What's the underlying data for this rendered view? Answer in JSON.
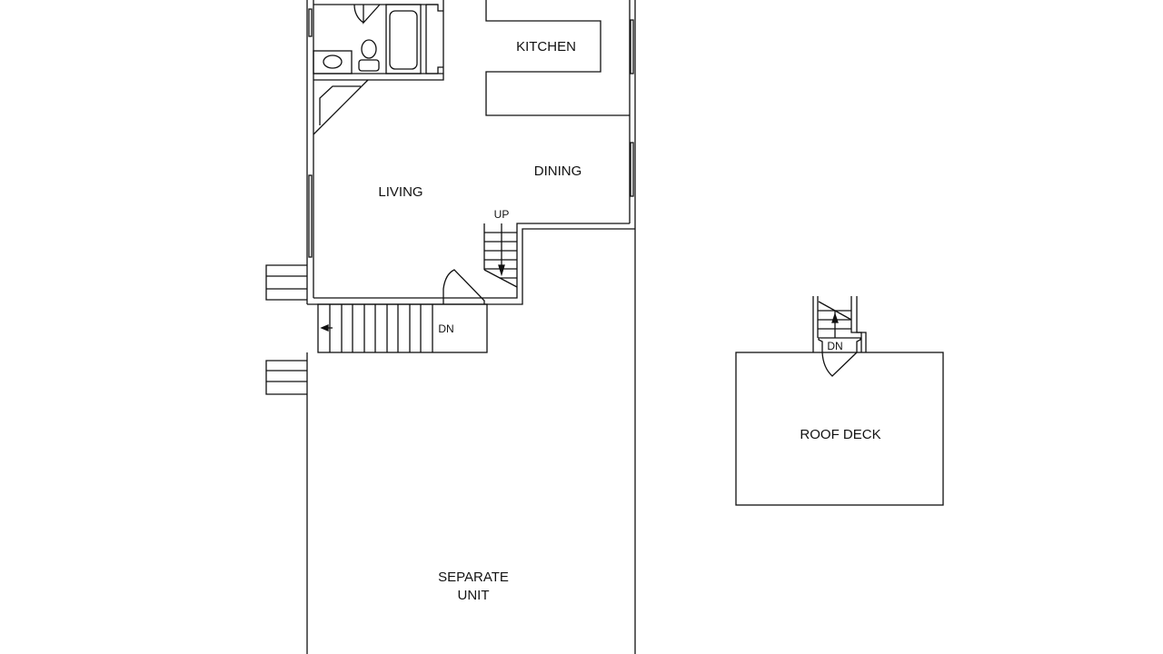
{
  "plan": {
    "rooms": {
      "kitchen": "KITCHEN",
      "dining": "DINING",
      "living": "LIVING",
      "separate_unit_line1": "SEPARATE",
      "separate_unit_line2": "UNIT",
      "roof_deck": "ROOF DECK"
    },
    "stairs": {
      "up": "UP",
      "down_main": "DN",
      "down_roof": "DN"
    }
  }
}
